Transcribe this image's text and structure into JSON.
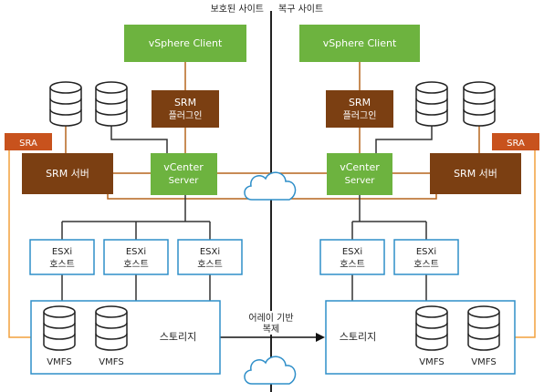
{
  "header": {
    "protected_site": "보호된 사이트",
    "recovery_site": "복구 사이트"
  },
  "protected": {
    "vsphere_client": "vSphere Client",
    "srm_plugin": [
      "SRM",
      "플러그인"
    ],
    "vcenter": [
      "vCenter",
      "Server"
    ],
    "srm_server": "SRM 서버",
    "sra": "SRA",
    "esxi_hosts": [
      [
        "ESXi",
        "호스트"
      ],
      [
        "ESXi",
        "호스트"
      ],
      [
        "ESXi",
        "호스트"
      ]
    ],
    "storage_label": "스토리지",
    "vmfs": [
      "VMFS",
      "VMFS"
    ]
  },
  "recovery": {
    "vsphere_client": "vSphere Client",
    "srm_plugin": [
      "SRM",
      "플러그인"
    ],
    "vcenter": [
      "vCenter",
      "Server"
    ],
    "srm_server": "SRM 서버",
    "sra": "SRA",
    "esxi_hosts": [
      [
        "ESXi",
        "호스트"
      ],
      [
        "ESXi",
        "호스트"
      ]
    ],
    "storage_label": "스토리지",
    "vmfs": [
      "VMFS",
      "VMFS"
    ]
  },
  "replication": [
    "어레이 기반",
    "복제"
  ],
  "colors": {
    "green": "#6db33f",
    "brown": "#7b3f12",
    "sra_orange": "#c8521d",
    "blue_border": "#2f8fc9",
    "orange_line": "#f2a03d",
    "brown_line": "#b5651d",
    "dark_line": "#333333",
    "cloud": "#2f8fc9"
  }
}
